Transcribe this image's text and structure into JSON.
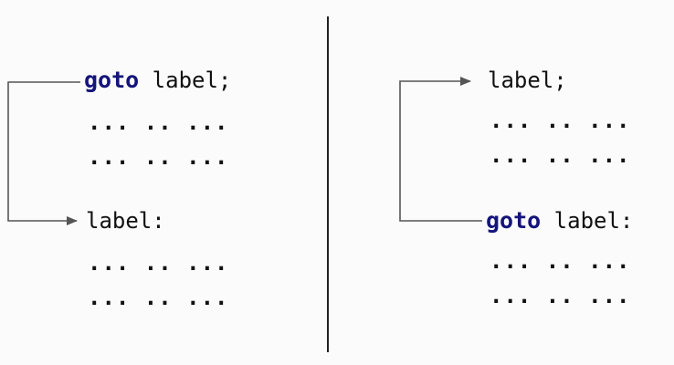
{
  "left_panel": {
    "goto_keyword": "goto",
    "goto_statement": " label;",
    "filler_line_1": "... .. ...",
    "filler_line_2": "... .. ...",
    "label_statement": "label:",
    "filler_line_3": "... .. ...",
    "filler_line_4": "... .. ..."
  },
  "right_panel": {
    "label_statement": "label;",
    "filler_line_1": "... .. ...",
    "filler_line_2": "... .. ...",
    "goto_keyword": "goto",
    "goto_statement": " label:",
    "filler_line_3": "... .. ...",
    "filler_line_4": "... .. ..."
  },
  "colors": {
    "keyword": "#14147a",
    "text": "#111111",
    "arrow": "#555555",
    "divider": "#222222"
  }
}
